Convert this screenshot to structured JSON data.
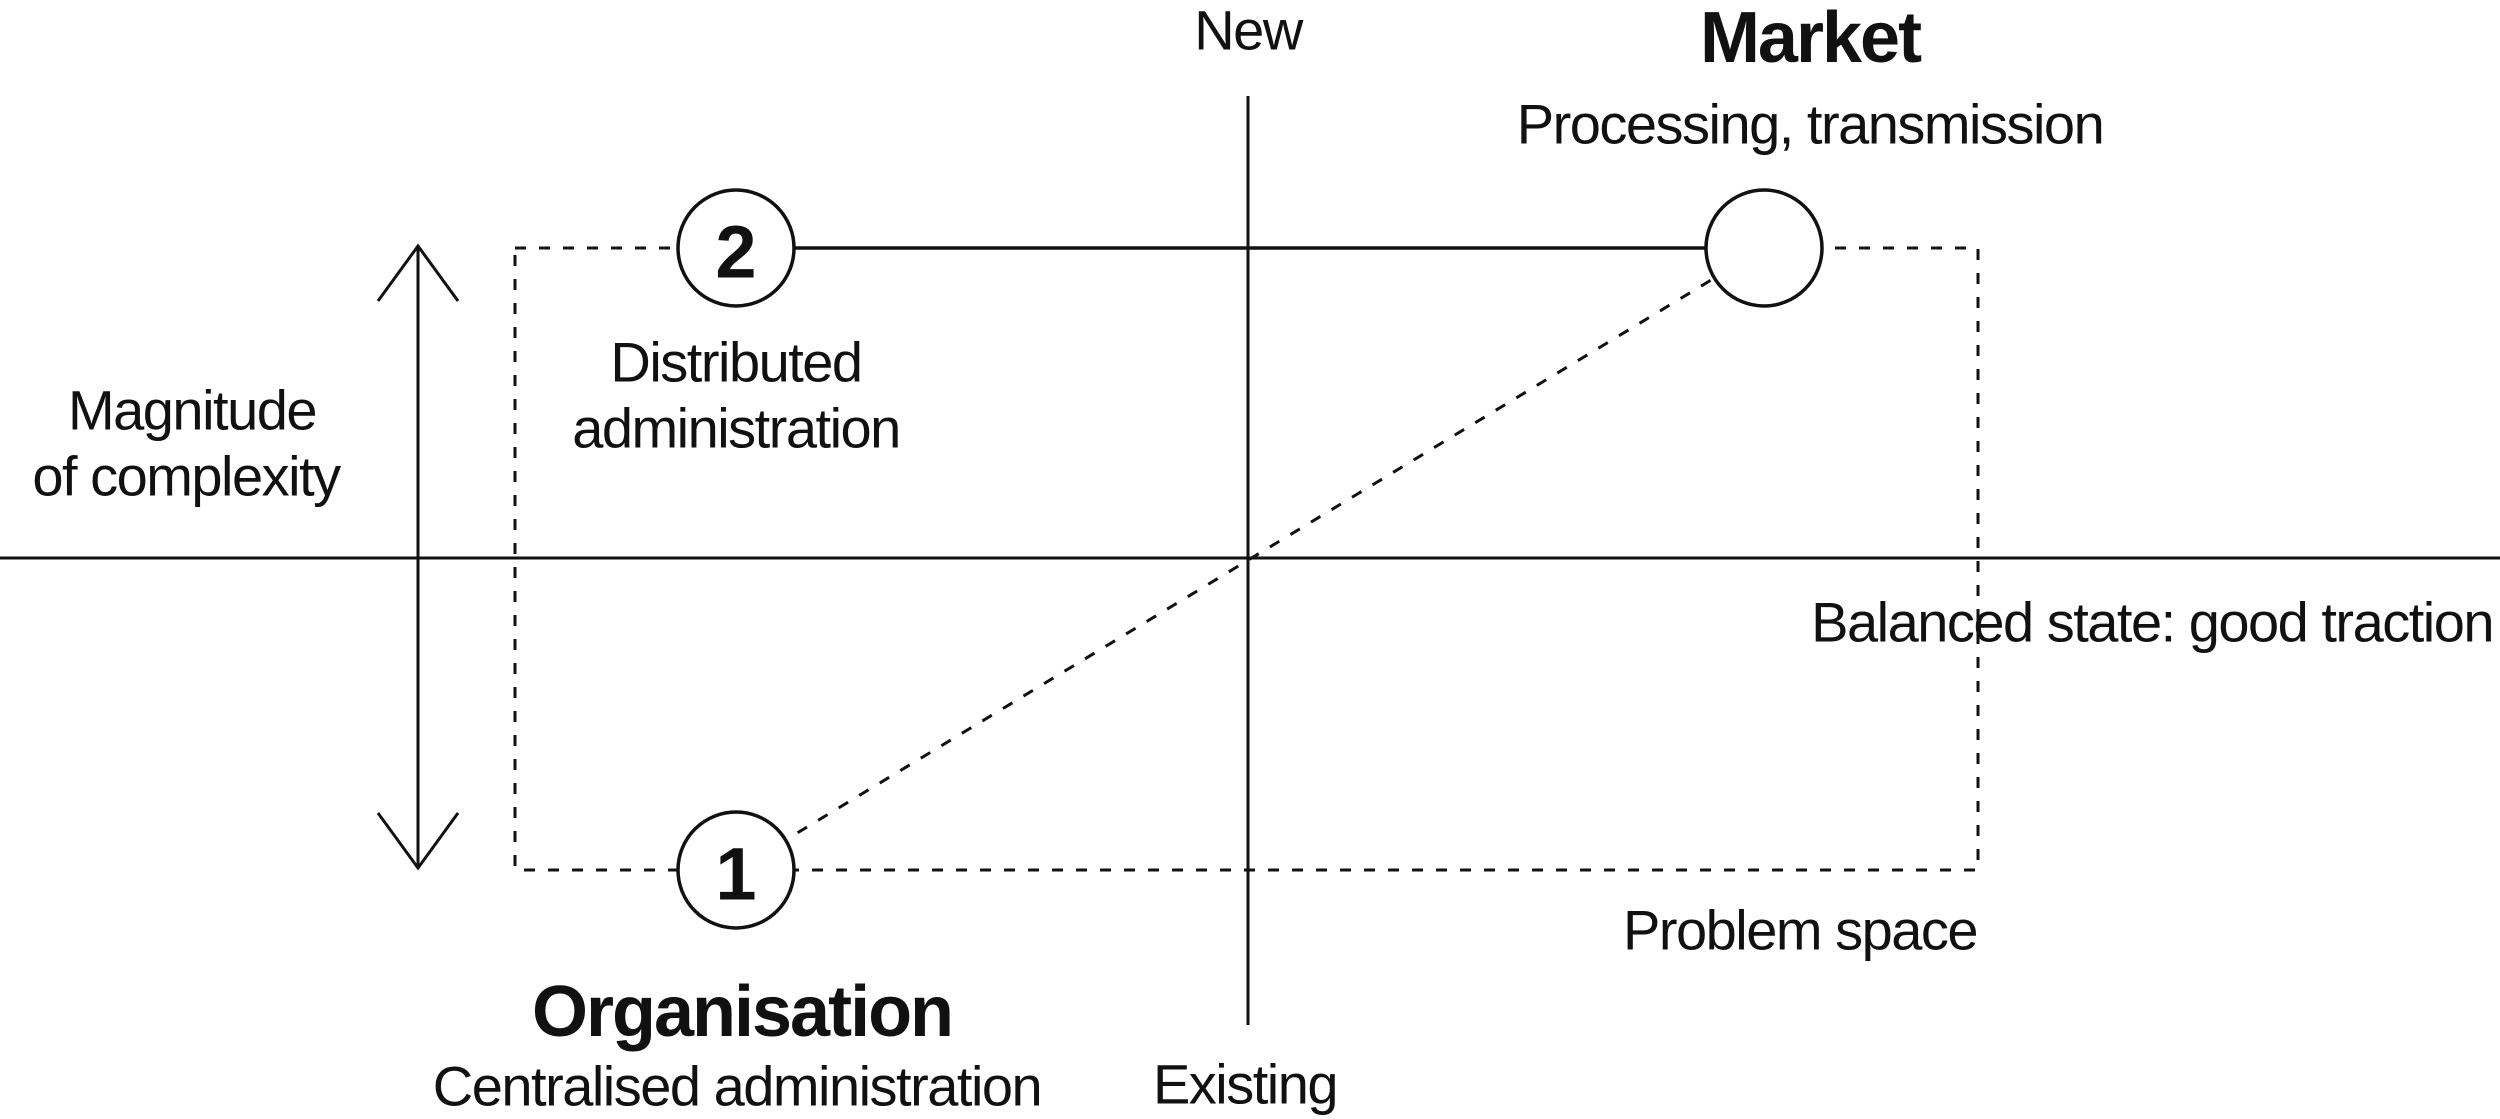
{
  "diagram": {
    "colors": {
      "ink": "#111111",
      "background": "#ffffff"
    },
    "axes": {
      "vertical_top_label": "New",
      "vertical_bottom_label": "Existing",
      "magnitude_label_lines": [
        "Magnitude",
        "of complexity"
      ]
    },
    "nodes": {
      "market": {
        "title": "Market",
        "subtitle": "Processing, transmission"
      },
      "organisation": {
        "title": "Organisation",
        "subtitle": "Centralised administration"
      },
      "point_2": {
        "number": "2",
        "label_lines": [
          "Distributed",
          "administration"
        ]
      },
      "point_1": {
        "number": "1"
      }
    },
    "annotations": {
      "balanced_state": "Balanced state: good traction",
      "problem_space": "Problem space"
    }
  }
}
